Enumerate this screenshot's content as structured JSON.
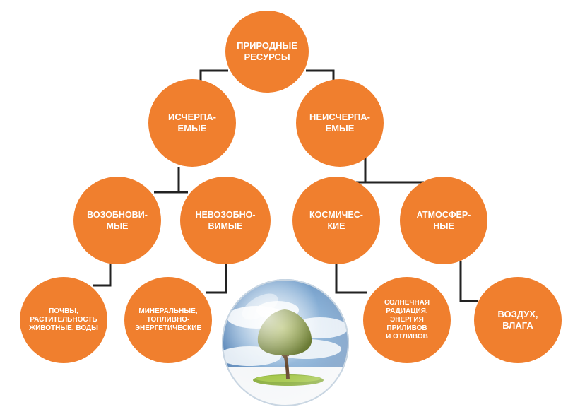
{
  "diagram": {
    "root": {
      "label": "ПРИРОДНЫЕ\nРЕСУРСЫ"
    },
    "exhaustible": {
      "label": "ИСЧЕРПА-\nЕМЫЕ"
    },
    "inexhaustible": {
      "label": "НЕИСЧЕРПА-\nЕМЫЕ"
    },
    "renewable": {
      "label": "ВОЗОБНОВИ-\nМЫЕ"
    },
    "nonrenewable": {
      "label": "НЕВОЗОБНО-\nВИМЫЕ"
    },
    "cosmic": {
      "label": "КОСМИЧЕС-\nКИЕ"
    },
    "atmospheric": {
      "label": "АТМОСФЕР-\nНЫЕ"
    },
    "leaf_soil": {
      "label": "ПОЧВЫ,\nРАСТИТЕЛЬНОСТЬ\nЖИВОТНЫЕ, ВОДЫ"
    },
    "leaf_mineral": {
      "label": "МИНЕРАЛЬНЫЕ,\nТОПЛИВНО-\nЭНЕРГЕТИЧЕСКИЕ"
    },
    "leaf_solar": {
      "label": "СОЛНЕЧНАЯ\nРАДИАЦИЯ,\nЭНЕРГИЯ\nПРИЛИВОВ\nИ ОТЛИВОВ"
    },
    "leaf_air": {
      "label": "ВОЗДУХ,\nВЛАГА"
    }
  },
  "colors": {
    "node_fill": "#f07f2e",
    "node_text": "#ffffff",
    "connector": "#222222"
  },
  "illustration": {
    "icon": "tree-in-glass-globe-icon"
  }
}
